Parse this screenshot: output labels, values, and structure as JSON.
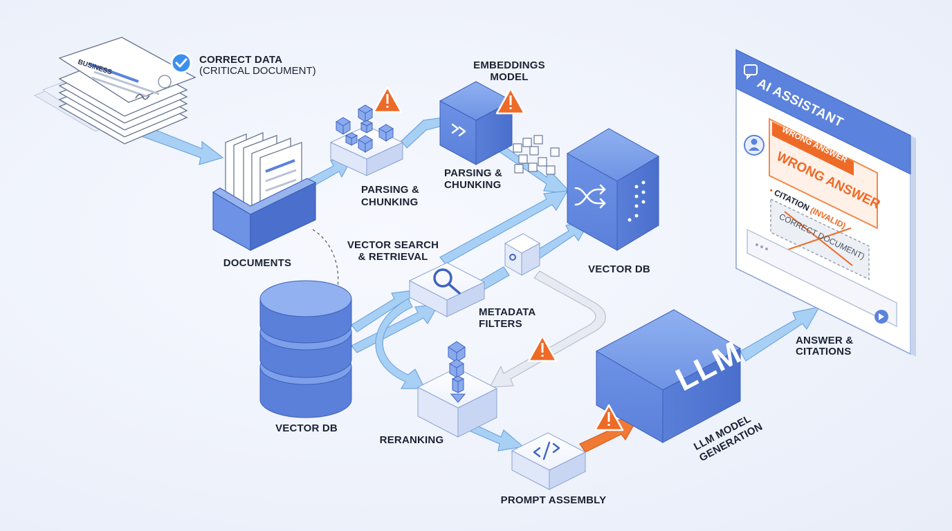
{
  "labels": {
    "correct_data": "CORRECT DATA",
    "critical_document": "(CRITICAL DOCUMENT)",
    "business": "BUSINESS",
    "documents": "DOCUMENTS",
    "parsing_chunking_1_a": "PARSING &",
    "parsing_chunking_1_b": "CHUNKING",
    "embeddings_model_a": "EMBEDDINGS",
    "embeddings_model_b": "MODEL",
    "parsing_chunking_2_a": "PARSING &",
    "parsing_chunking_2_b": "CHUNKING",
    "vector_db_right": "VECTOR DB",
    "vector_search_a": "VECTOR SEARCH",
    "vector_search_b": "& RETRIEVAL",
    "metadata_filters_a": "METADATA",
    "metadata_filters_b": "FILTERS",
    "vector_db_left": "VECTOR DB",
    "reranking": "RERANKING",
    "prompt_assembly": "PROMPT ASSEMBLY",
    "llm": "LLM",
    "llm_model_a": "LLM MODEL",
    "llm_model_b": "GENERATION",
    "answer_a": "ANSWER &",
    "answer_b": "CITATIONS"
  },
  "assistant": {
    "title": "AI ASSISTANT",
    "badge": "WRONG ANSWER",
    "answer": "WRONG ANSWER",
    "citation_label": "CITATION",
    "citation_status": "(INVALID)",
    "citation_doc": "CORRECT DOCUMENT)"
  },
  "icons": {
    "check": "check-icon",
    "warning": "warning-icon",
    "search": "magnifier-icon",
    "shuffle": "shuffle-icon",
    "code": "code-icon",
    "chat": "chat-icon",
    "user": "user-icon",
    "send": "send-icon"
  },
  "colors": {
    "primary": "#5b82dc",
    "primary_dark": "#3f64c0",
    "primary_light": "#a9c0f0",
    "arrow": "#9fcbf3",
    "warning": "#ee6a27",
    "check": "#3b8ff0",
    "text": "#1b2233"
  }
}
